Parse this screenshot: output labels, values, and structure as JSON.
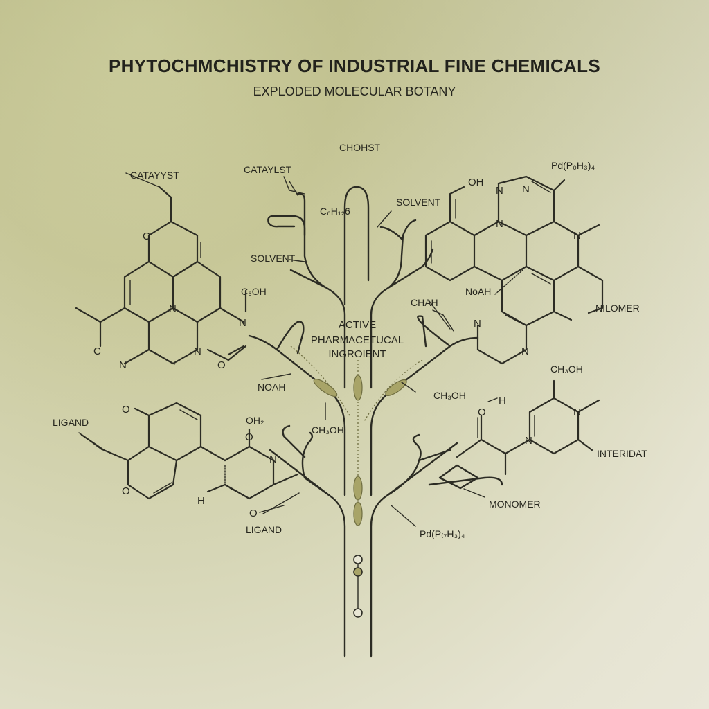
{
  "title": "PHYTOCHMCHISTRY OF INDUSTRIAL FINE CHEMICALS",
  "subtitle": "EXPLODED MOLECULAR BOTANY",
  "center_label": [
    "ACTIVE",
    "PHARMACETUCAL",
    "INGROIENT"
  ],
  "labels": {
    "chohst": "CHOHST",
    "catayyst": "CATAYYST",
    "catalyst": "CATAYLST",
    "c6h12_6": "C₆H₁₂6",
    "solvent_top": "SOLVENT",
    "solvent_left": "SOLVENT",
    "pd_top": "Pd(P₀H₃)₄",
    "c6oh": "C₆OH",
    "chah": "CHAH",
    "noah_right": "NoAH",
    "nilomer": "NILOMER",
    "noah_left": "NOAH",
    "ch3oh_center": "CH₃OH",
    "ch3oh_right": "CH₃OH",
    "ch3oh_far": "CH₃OH",
    "ligand_left": "LIGAND",
    "ligand_bottom": "LIGAND",
    "oh2": "OH₂",
    "h_left": "H",
    "interidat": "INTERIDAT",
    "monomer": "MONOMER",
    "pd_bottom": "Pd(P₍₇H₃)₄",
    "oh_top": "OH",
    "h_right": "H"
  },
  "atoms": {
    "o": "O",
    "n": "N",
    "c": "C"
  }
}
